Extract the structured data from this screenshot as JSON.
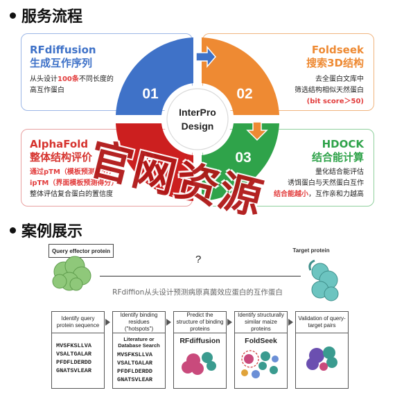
{
  "section1": {
    "title": "服务流程"
  },
  "center": {
    "line1": "InterPro",
    "line2": "Design"
  },
  "quadrants": [
    "01",
    "02",
    "03",
    "04"
  ],
  "cards": {
    "rfdiffusion": {
      "title1": "RFdiffusion",
      "title2": "生成互作序列",
      "line1_pre": "从头设计",
      "line1_hl": "100条",
      "line1_post": "不同长度的",
      "line2": "高互作蛋白"
    },
    "foldseek": {
      "title1": "Foldseek",
      "title2": "搜索3D结构",
      "line1": "去全蛋白文库中",
      "line2": "筛选结构相似天然蛋白",
      "line3": "(bit score＞50)"
    },
    "alphafold": {
      "title1": "AlphaFold",
      "title2": "整体结构评价",
      "line1_hl": "通过pTM",
      "line1_post": "（模板预测得分）",
      "line2_hl": "ipTM",
      "line2_post": "（界面模板预测得分）",
      "line3": "整体评估复合蛋白的置信度"
    },
    "hdock": {
      "title1": "HDOCK",
      "title2": "结合能计算",
      "line1": "量化结合能评估",
      "line2": "诱饵蛋白与天然蛋白互作",
      "line3_hl": "结合能越小",
      "line3_post": "，互作亲和力越高"
    }
  },
  "watermark": "官网资源",
  "section2": {
    "title": "案例展示"
  },
  "case": {
    "query_label": "Query effector protein",
    "target_label": "Target protein",
    "question": "?",
    "caption": "RFdiffion从头设计预测病原真菌效应蛋白的互作蛋白"
  },
  "flow": [
    {
      "head": "Identify query protein sequence",
      "seq": [
        "MVSFKSLLVA",
        "VSALTGALAR",
        "PFDFLDERDD",
        "GNATSVLEAR"
      ]
    },
    {
      "head": "Identify binding residues (\"hotspots\")",
      "sub": "Literature or Database Search",
      "seq": [
        "MVSFKSLLVA",
        "VSALTGALAR",
        "PFDFLDERDD",
        "GNATSVLEAR"
      ]
    },
    {
      "head": "Predict the structure of binding proteins",
      "tool": "RFdiffusion"
    },
    {
      "head": "Identify structurally similar maize proteins",
      "tool": "FoldSeek"
    },
    {
      "head": "Validation of query-target pairs"
    }
  ],
  "colors": {
    "blue": "#3f72c8",
    "orange": "#ee8a33",
    "green": "#2fa34a",
    "red": "#cc1f1f",
    "darkred": "#b01818"
  }
}
